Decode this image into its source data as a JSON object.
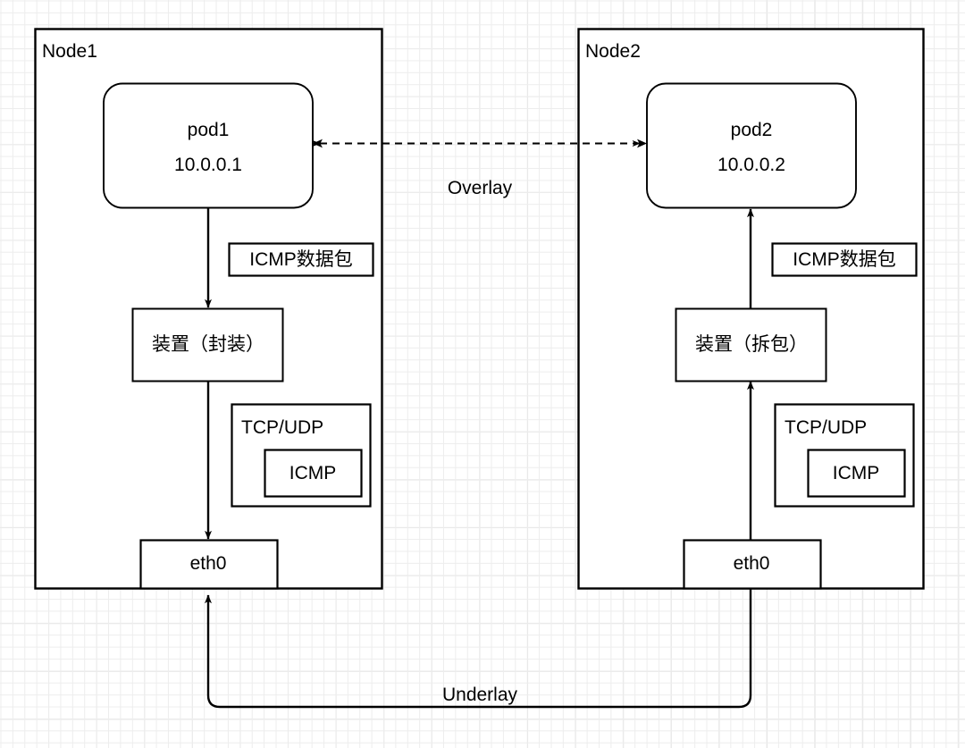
{
  "diagram": {
    "title_overlay_link": "Overlay",
    "title_underlay_link": "Underlay",
    "nodes": [
      {
        "id": "node1",
        "label": "Node1",
        "pod": {
          "name": "pod1",
          "ip": "10.0.0.1"
        },
        "packet_tag": "ICMP数据包",
        "device": "装置（封装）",
        "stack_outer": "TCP/UDP",
        "stack_inner": "ICMP",
        "nic": "eth0"
      },
      {
        "id": "node2",
        "label": "Node2",
        "pod": {
          "name": "pod2",
          "ip": "10.0.0.2"
        },
        "packet_tag": "ICMP数据包",
        "device": "装置（拆包）",
        "stack_outer": "TCP/UDP",
        "stack_inner": "ICMP",
        "nic": "eth0"
      }
    ],
    "colors": {
      "stroke": "#000000",
      "fill": "#ffffff",
      "grid_minor": "#ededed",
      "grid_major": "#e0e0e0",
      "background": "#ffffff"
    }
  }
}
